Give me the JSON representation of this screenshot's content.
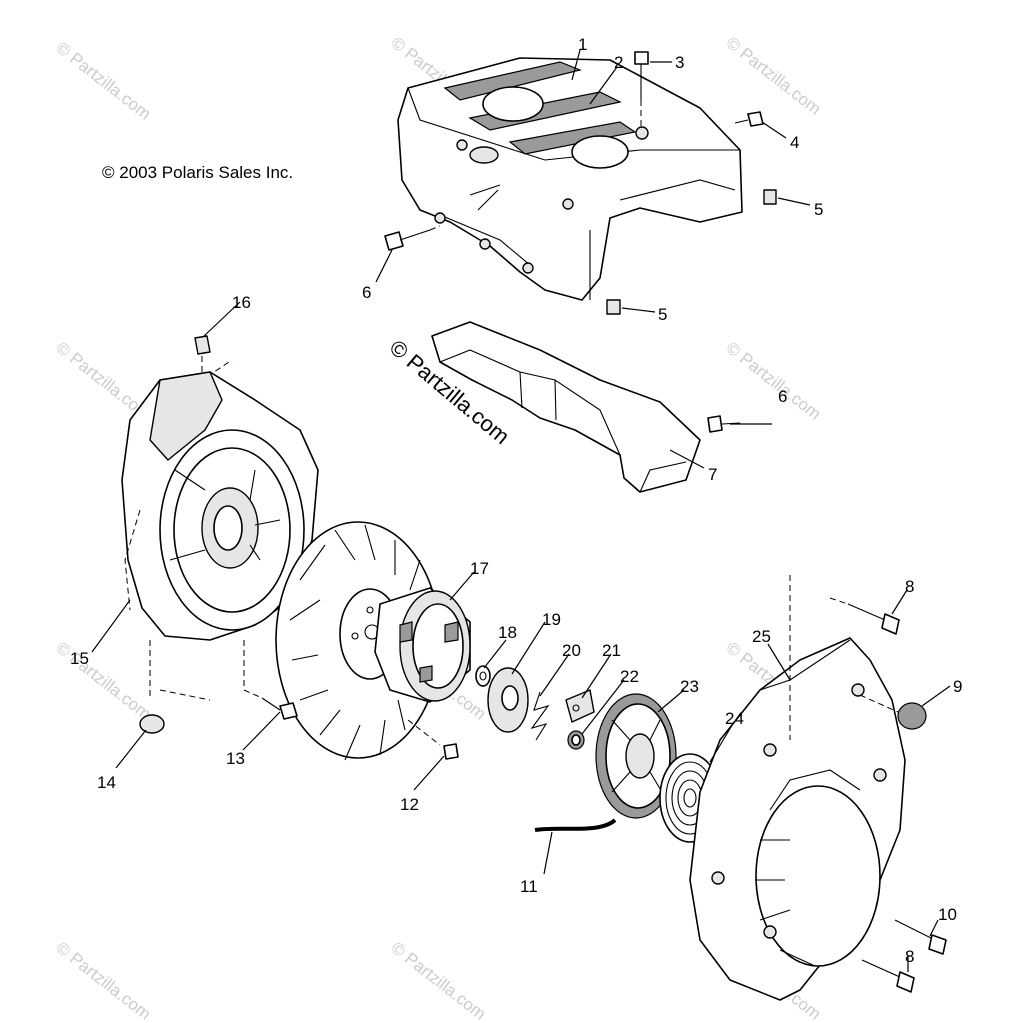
{
  "copyright": "© 2003 Polaris Sales Inc.",
  "watermark": {
    "center": "© Partzilla.com",
    "tile": "© Partzilla.com"
  },
  "callouts": {
    "c1": "1",
    "c2": "2",
    "c3": "3",
    "c4": "4",
    "c5a": "5",
    "c5b": "5",
    "c6a": "6",
    "c6b": "6",
    "c7": "7",
    "c8a": "8",
    "c8b": "8",
    "c9": "9",
    "c10": "10",
    "c11": "11",
    "c12": "12",
    "c13": "13",
    "c14": "14",
    "c15": "15",
    "c16": "16",
    "c17": "17",
    "c18": "18",
    "c19": "19",
    "c20": "20",
    "c21": "21",
    "c22": "22",
    "c23": "23",
    "c24": "24",
    "c25": "25"
  },
  "colors": {
    "line": "#000000",
    "watermark": "#cccccc",
    "background": "#ffffff"
  }
}
